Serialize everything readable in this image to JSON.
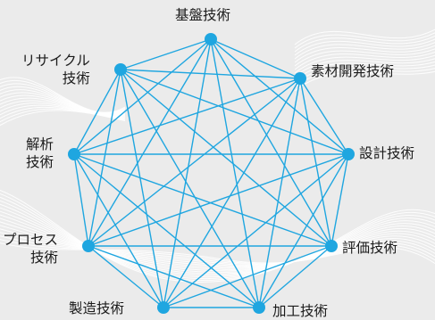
{
  "colors": {
    "background": "#ebebeb",
    "wave": "#ffffff",
    "edge": "#1fa6e0",
    "node": "#1fa6e0",
    "text": "#1b1b1b"
  },
  "nodes": [
    {
      "id": "kiban",
      "label": "基盤技術"
    },
    {
      "id": "sozai",
      "label": "素材開発技術"
    },
    {
      "id": "sekkei",
      "label": "設計技術"
    },
    {
      "id": "hyoka",
      "label": "評価技術"
    },
    {
      "id": "kako",
      "label": "加工技術"
    },
    {
      "id": "seizo",
      "label": "製造技術"
    },
    {
      "id": "process",
      "label": "プロセス\n技術"
    },
    {
      "id": "kaiseki",
      "label": "解析\n技術"
    },
    {
      "id": "recycle",
      "label": "リサイクル\n技術"
    }
  ],
  "edges": "complete"
}
